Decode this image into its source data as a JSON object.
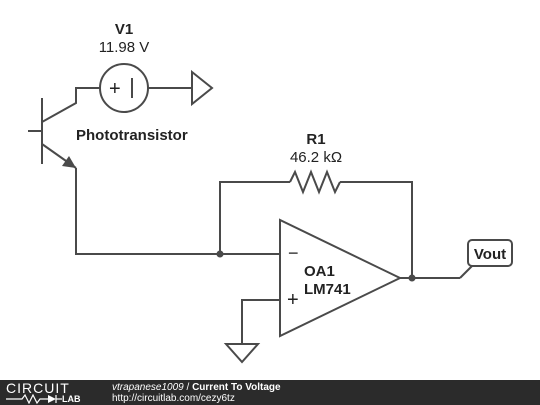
{
  "schematic": {
    "voltage_source": {
      "name": "V1",
      "value": "11.98 V"
    },
    "transistor": {
      "label": "Phototransistor"
    },
    "resistor": {
      "name": "R1",
      "value": "46.2 kΩ"
    },
    "opamp": {
      "name": "OA1",
      "model": "LM741",
      "minus_sign": "−",
      "plus_sign": "+"
    },
    "output": {
      "label": "Vout"
    }
  },
  "footer": {
    "logo_top": "CIRCUIT",
    "logo_bottom": "LAB",
    "author": "vtrapanese1009",
    "separator": " / ",
    "title": "Current To Voltage",
    "url": "http://circuitlab.com/cezy6tz"
  },
  "colors": {
    "wire": "#4a4a4a",
    "footer_bg": "#2b2b2b"
  }
}
